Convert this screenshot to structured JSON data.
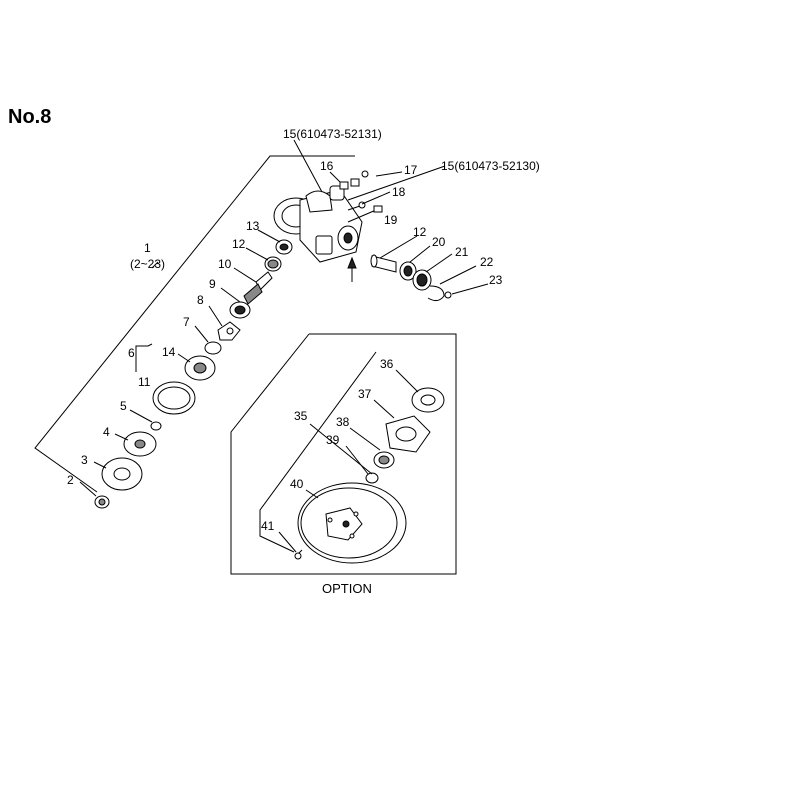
{
  "diagram": {
    "title": "No.8",
    "option_label": "OPTION",
    "labels": {
      "l1": "1",
      "l1_range": "(2~23)",
      "l2": "2",
      "l3": "3",
      "l4": "4",
      "l5": "5",
      "l6": "6",
      "l7": "7",
      "l8": "8",
      "l9": "9",
      "l10": "10",
      "l11": "11",
      "l12a": "12",
      "l12b": "12",
      "l13": "13",
      "l14": "14",
      "l15a": "15(610473-52131)",
      "l15b": "15(610473-52130)",
      "l16": "16",
      "l17": "17",
      "l18": "18",
      "l19": "19",
      "l20": "20",
      "l21": "21",
      "l22": "22",
      "l23": "23",
      "l35": "35",
      "l36": "36",
      "l37": "37",
      "l38": "38",
      "l39": "39",
      "l40": "40",
      "l41": "41"
    }
  }
}
